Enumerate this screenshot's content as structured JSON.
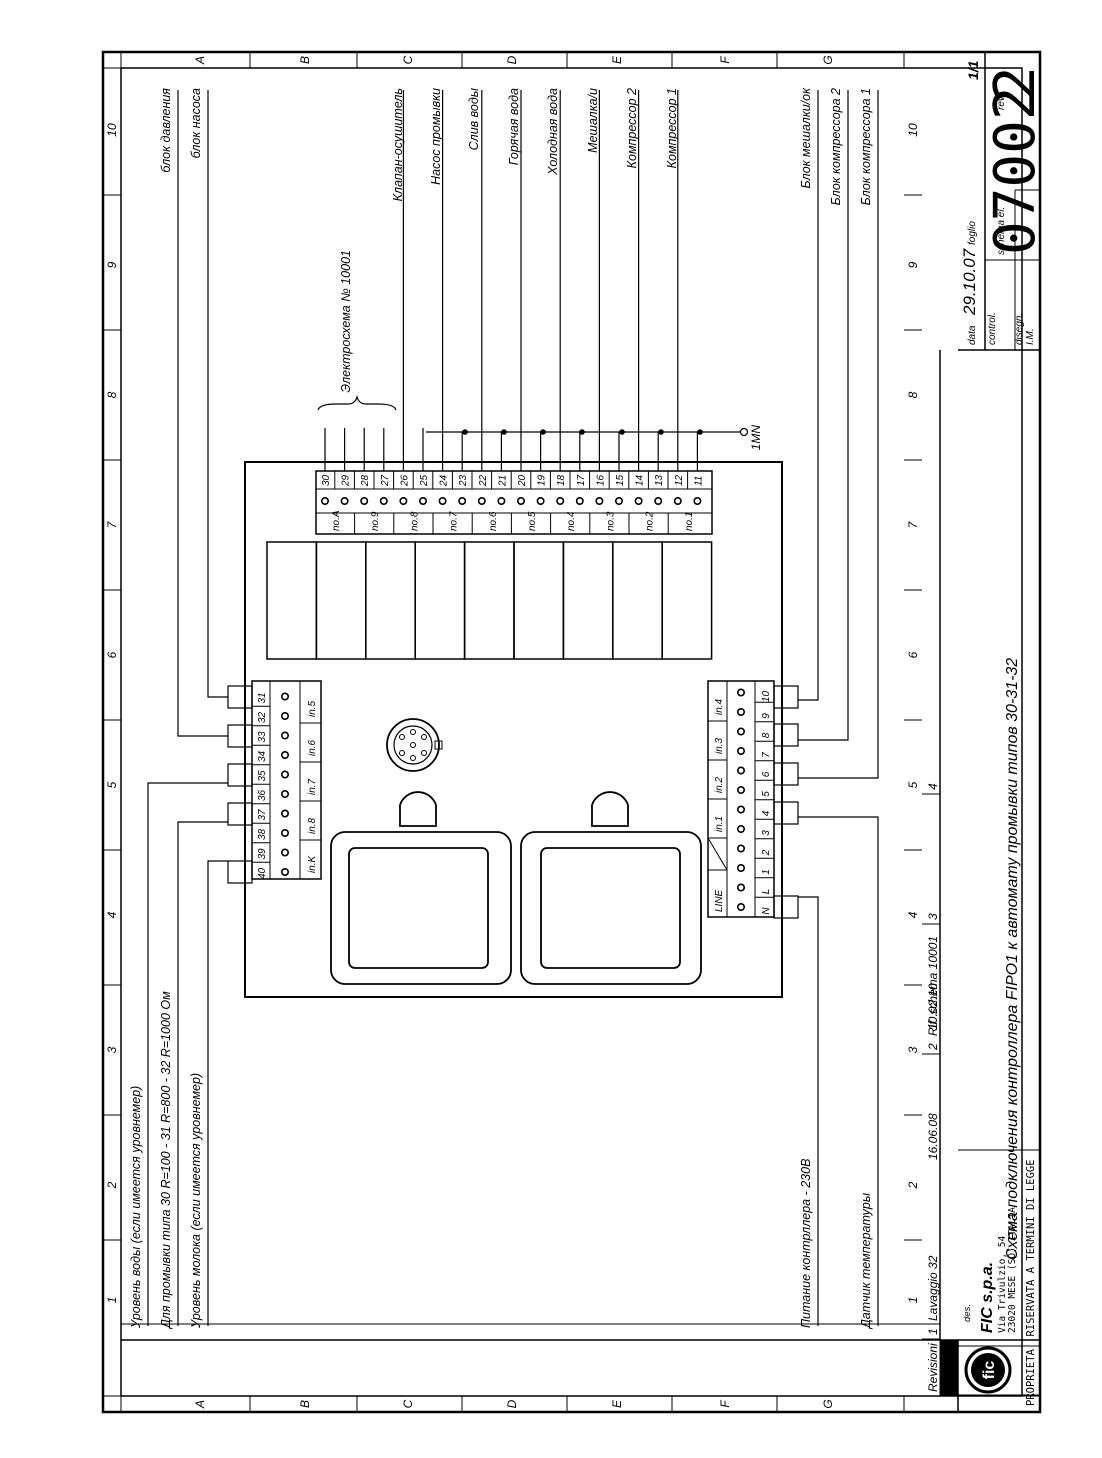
{
  "grid": {
    "cols": [
      "1",
      "2",
      "3",
      "4",
      "5",
      "6",
      "7",
      "8",
      "9",
      "10"
    ],
    "rows": [
      "A",
      "B",
      "C",
      "D",
      "E",
      "F",
      "G"
    ]
  },
  "left_labels": {
    "water_level": "Уровень воды (если имеется уровнемер)",
    "wash_type": "Для промывки типа 30 R=100 - 31 R=800 - 32 R=1000 Ом",
    "milk_level": "Уровень молока (если имеется уровнемер)"
  },
  "right_labels": {
    "pump_block": "блок насоса",
    "pressure_block": "блок давления",
    "scheme_ref": "Электросхема № 10001",
    "valve_dryer": "Клапан-осушитель",
    "wash_pump": "Насос промывки",
    "drain": "Слив воды",
    "hot_water": "Горячая вода",
    "cold_water": "Холодная вода",
    "mixer": "Мешалка/и",
    "compressor2": "Компрессор 2",
    "compressor1": "Компрессор 1",
    "mixer_block": "Блок мешалки/ок",
    "comp2_block": "Блок компрессора 2",
    "comp1_block": "Блок компрессора 1"
  },
  "bottom_labels": {
    "power": "Питание контрллера - 230В",
    "temp_sensor": "Датчик температуры"
  },
  "terminals_outputs": [
    "30",
    "29",
    "28",
    "27",
    "26",
    "25",
    "24",
    "23",
    "22",
    "21",
    "20",
    "19",
    "18",
    "17",
    "16",
    "15",
    "14",
    "13",
    "12",
    "11"
  ],
  "output_labels": [
    "no.A",
    "no.9",
    "no.8",
    "no.7",
    "no.6",
    "no.5",
    "no.4",
    "no.3",
    "no.2",
    "no.1"
  ],
  "terminals_top_inputs": [
    "40",
    "39",
    "38",
    "37",
    "36",
    "35",
    "34",
    "33",
    "32",
    "31"
  ],
  "input_labels_top": [
    "in.K",
    "in.8",
    "in.7",
    "in.6",
    "in.5"
  ],
  "terminals_bottom_inputs": [
    "N",
    "L",
    "1",
    "2",
    "3",
    "4",
    "5",
    "6",
    "7",
    "8",
    "9",
    "10"
  ],
  "input_labels_bottom": [
    "in.1",
    "in.2",
    "in.3",
    "in.4"
  ],
  "line_label": "LINE",
  "neutral_label": "1MN",
  "revisions": {
    "title": "Revisioni",
    "entries": [
      {
        "num": "1",
        "desc": "Lavaggio 32"
      },
      {
        "num": "2",
        "desc": "Rif. schema 10001",
        "date": "16.06.08"
      },
      {
        "num": "3",
        "date": "10.02.10"
      },
      {
        "num": "4",
        "date": ""
      }
    ]
  },
  "title_block": {
    "company": "FIC s.p.a.",
    "address1": "Via Trivulzio, 54",
    "address2": "23020 MESE (SO) ITALIA",
    "property": "PROPRIETA' RISERVATA A TERMINI DI LEGGE",
    "des_label": "des.",
    "description": "Схема подключения контроллера FIPO1 к автомату промывки типов 30-31-32",
    "date_label": "data",
    "date": "29.10.07",
    "sheet_label": "foglio",
    "sheet": "1/1",
    "control_label": "control.",
    "drawn_label": "disegn.",
    "drawn": "I.M.",
    "schema_label": "schema el.",
    "schema_number": "07002",
    "rev_label": "rev.",
    "rev": "2"
  }
}
